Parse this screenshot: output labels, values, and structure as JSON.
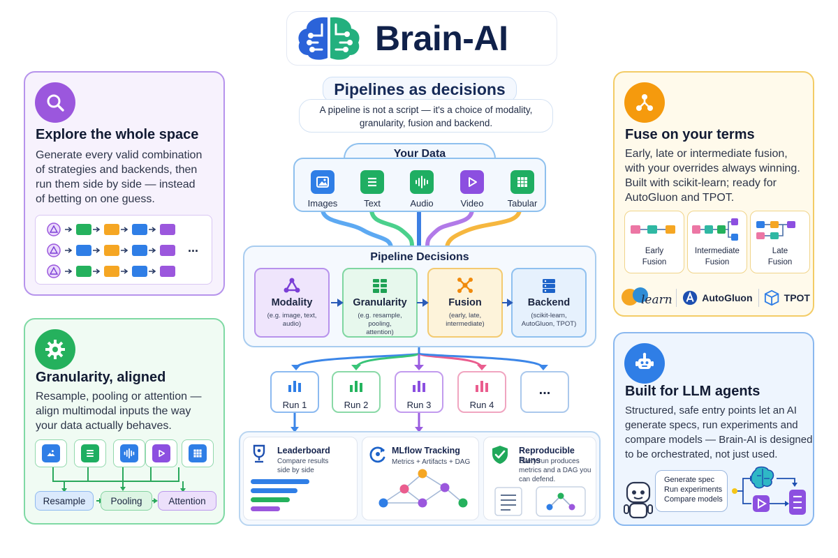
{
  "header": {
    "title": "Brain-AI"
  },
  "intro": {
    "heading": "Pipelines as decisions",
    "line1": "A pipeline is not a script — it's a choice of modality,",
    "line2": "granularity, fusion and backend."
  },
  "explore": {
    "title": "Explore the whole space",
    "lines": [
      "Generate every valid combination",
      "of strategies and backends, then",
      "run them side by side — instead",
      "of betting on one guess."
    ],
    "ellipsis": "..."
  },
  "granularity": {
    "title": "Granularity, aligned",
    "lines": [
      "Resample, pooling or attention —",
      "align multimodal inputs the way",
      "your data actually behaves."
    ],
    "chips": [
      "Resample",
      "Pooling",
      "Attention"
    ]
  },
  "fuse": {
    "title": "Fuse on your terms",
    "lines": [
      "Early, late or intermediate fusion,",
      "with your overrides always winning.",
      "Built with scikit-learn; ready for",
      "AutoGluon and TPOT."
    ],
    "modes": [
      {
        "line1": "Early",
        "line2": "Fusion"
      },
      {
        "line1": "Intermediate",
        "line2": "Fusion"
      },
      {
        "line1": "Late",
        "line2": "Fusion"
      }
    ],
    "logos": {
      "sklearn": "learn",
      "autogluon": "AutoGluon",
      "tpot": "TPOT"
    }
  },
  "llm": {
    "title": "Built for LLM agents",
    "lines": [
      "Structured, safe entry points let an AI",
      "generate specs, run experiments and",
      "compare models — Brain-AI is designed",
      "to be orchestrated, not just used."
    ],
    "bubble": [
      "Generate spec",
      "Run experiments",
      "Compare models"
    ]
  },
  "data": {
    "title": "Your Data",
    "items": [
      "Images",
      "Text",
      "Audio",
      "Video",
      "Tabular"
    ]
  },
  "decisions": {
    "title": "Pipeline Decisions",
    "nodes": [
      {
        "name": "Modality",
        "sub1": "(e.g. image, text, audio)",
        "sub2": "",
        "sub3": ""
      },
      {
        "name": "Granularity",
        "sub1": "(e.g. resample, pooling,",
        "sub2": "attention)",
        "sub3": ""
      },
      {
        "name": "Fusion",
        "sub1": "(early, late,",
        "sub2": "intermediate)",
        "sub3": ""
      },
      {
        "name": "Backend",
        "sub1": "(scikit-learn,",
        "sub2": "AutoGluon, TPOT)",
        "sub3": ""
      }
    ]
  },
  "runs": [
    "Run 1",
    "Run 2",
    "Run 3",
    "Run 4",
    "..."
  ],
  "outputs": {
    "leaderboard": {
      "title": "Leaderboard",
      "line1": "Compare results",
      "line2": "side by side",
      "bars": [
        0.88,
        0.7,
        0.58,
        0.44
      ]
    },
    "mlflow": {
      "title": "MLflow Tracking",
      "line1": "Metrics + Artifacts + DAG"
    },
    "repro": {
      "title": "Reproducible Runs",
      "line1": "Every run produces",
      "line2": "metrics and a DAG you",
      "line3": "can defend."
    }
  },
  "colors": {
    "purple": "#9b57dd",
    "green": "#25b15d",
    "orange": "#f59a0d",
    "blue": "#2f7ee6",
    "pink": "#ea5d8e",
    "navy": "#10214a"
  }
}
